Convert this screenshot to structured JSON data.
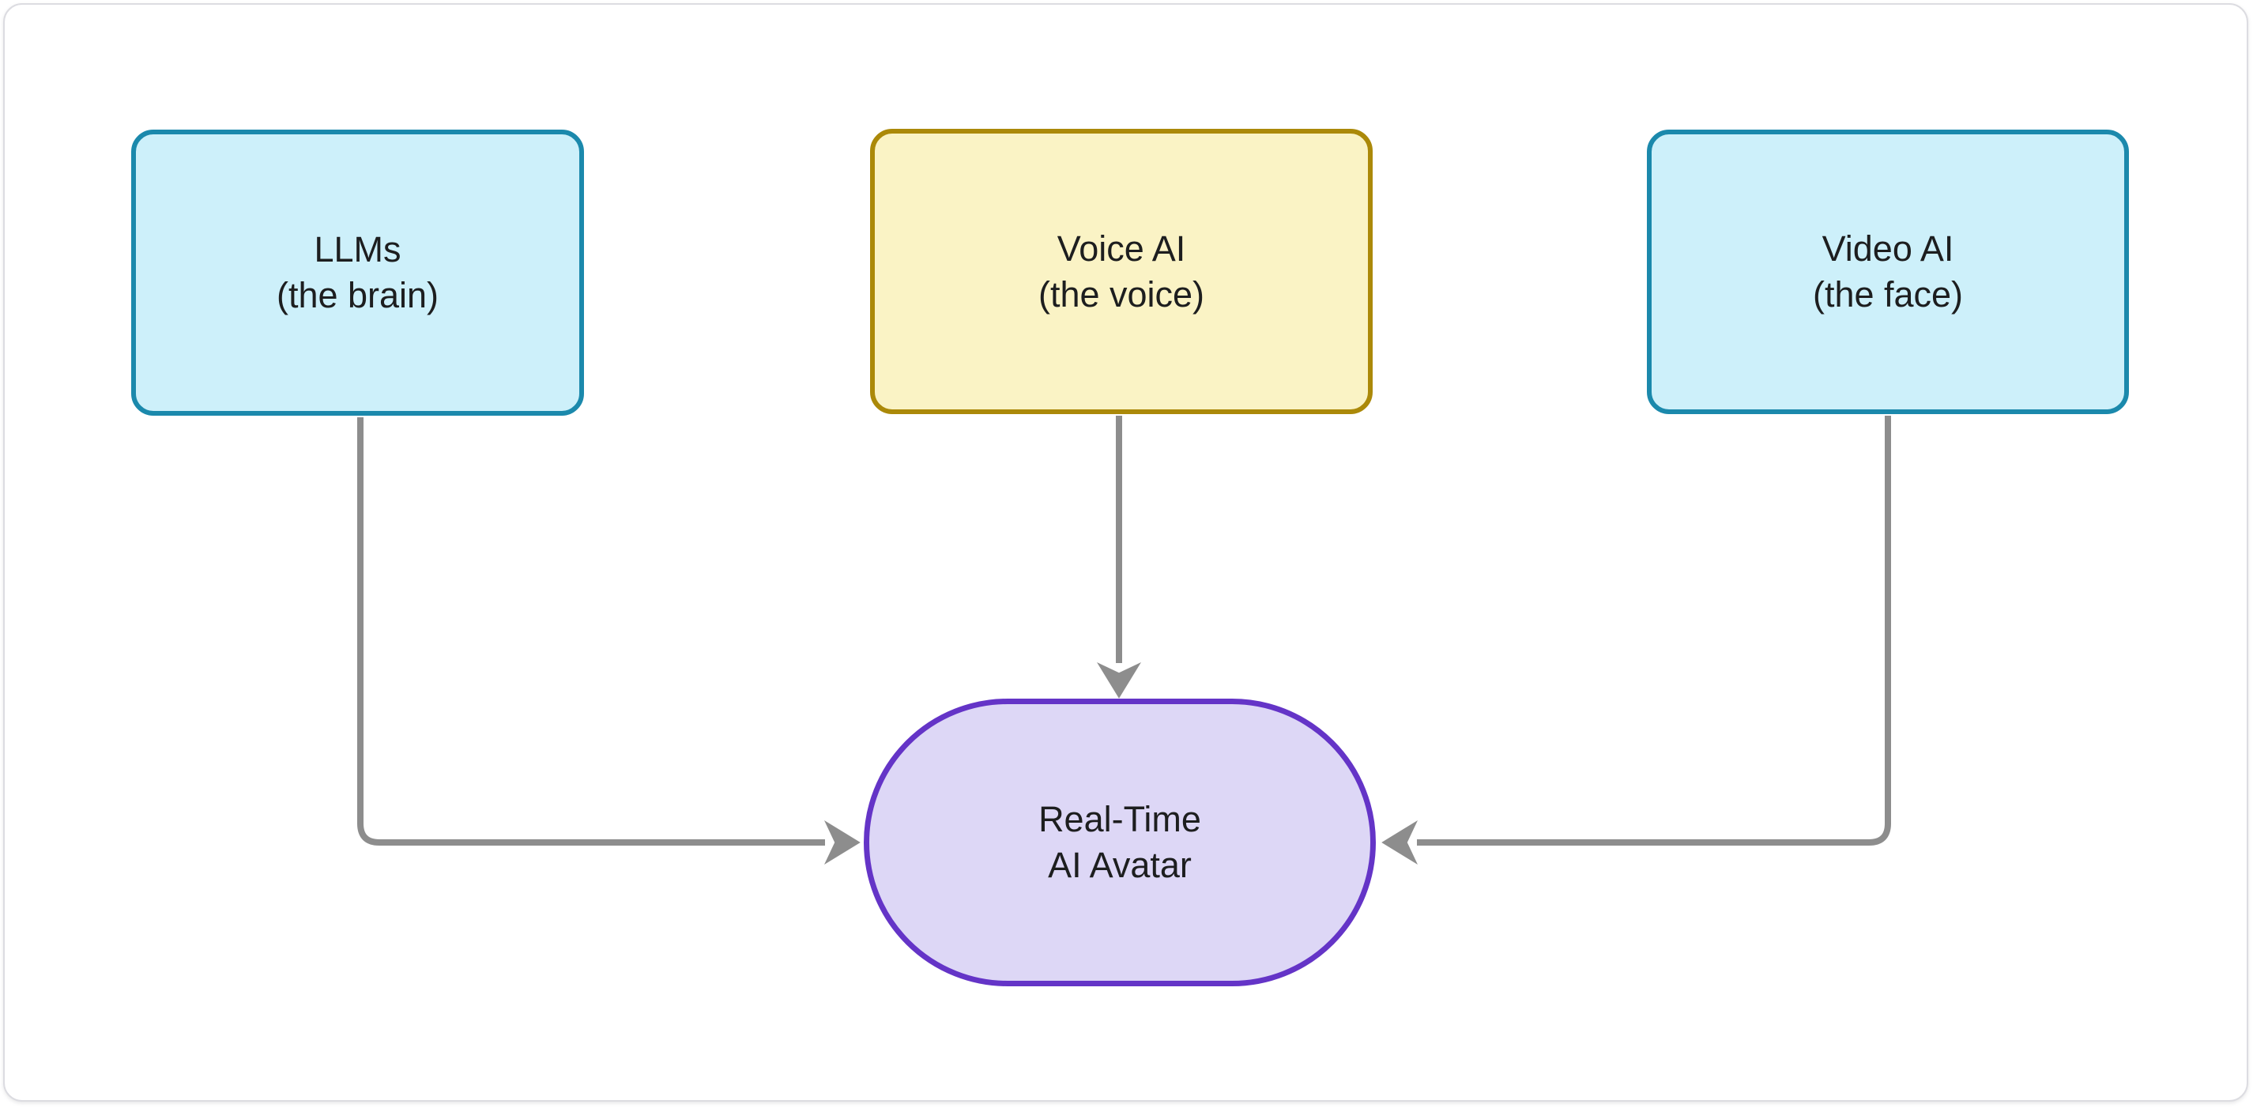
{
  "diagram": {
    "title": "Real-Time AI Avatar composition flowchart",
    "nodes": [
      {
        "id": "llms",
        "label": "LLMs\n(the brain)",
        "shape": "rounded-rect",
        "fill": "#cdf0fa",
        "stroke": "#1b89ac"
      },
      {
        "id": "voice",
        "label": "Voice AI\n(the voice)",
        "shape": "rounded-rect",
        "fill": "#faf3c5",
        "stroke": "#ab8909"
      },
      {
        "id": "video",
        "label": "Video AI\n(the face)",
        "shape": "rounded-rect",
        "fill": "#cdf0fa",
        "stroke": "#1b89ac"
      },
      {
        "id": "avatar",
        "label": "Real-Time\nAI Avatar",
        "shape": "stadium",
        "fill": "#ddd7f6",
        "stroke": "#6434c7"
      }
    ],
    "edges": [
      {
        "from": "llms",
        "to": "avatar",
        "style": "elbow-down-right",
        "arrow": "into-left-side"
      },
      {
        "from": "voice",
        "to": "avatar",
        "style": "straight-down",
        "arrow": "into-top"
      },
      {
        "from": "video",
        "to": "avatar",
        "style": "elbow-down-left",
        "arrow": "into-right-side"
      }
    ]
  },
  "colors": {
    "cyan-fill": "#cdf0fa",
    "cyan-stroke": "#1b89ac",
    "yellow-fill": "#faf3c5",
    "yellow-stroke": "#ab8909",
    "purple-fill": "#ddd7f6",
    "purple-stroke": "#6434c7",
    "edge-stroke": "#8d8d8d",
    "node-text": "#1d1e1f",
    "card-border": "#dcdce1"
  }
}
